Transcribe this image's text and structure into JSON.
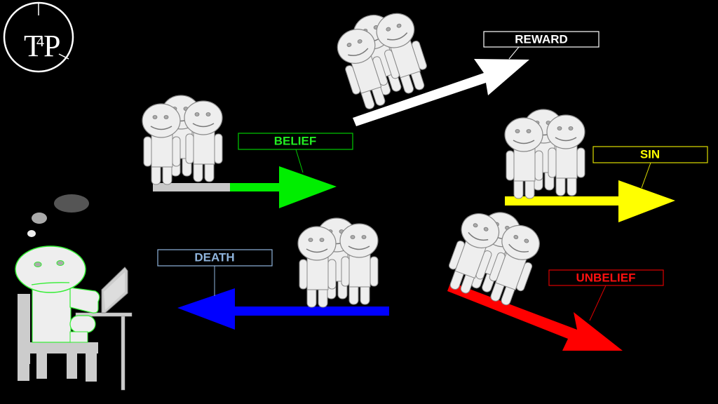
{
  "logo": {
    "text_left": "T",
    "text_mid": "4",
    "text_right": "P",
    "color": "#ffffff"
  },
  "labels": {
    "reward": {
      "text": "REWARD",
      "color": "#ffffff"
    },
    "belief": {
      "text": "BELIEF",
      "color": "#22ee22"
    },
    "sin": {
      "text": "SIN",
      "color": "#ffff00"
    },
    "death": {
      "text": "DEATH",
      "color": "#8fb4dc"
    },
    "unbelief": {
      "text": "UNBELIEF",
      "color": "#ff1010"
    }
  },
  "arrows": {
    "reward": "#ffffff",
    "belief": "#00ee00",
    "belief_start": "#c8c8c8",
    "sin": "#ffff00",
    "death": "#0000ff",
    "unbelief": "#ff0000"
  },
  "figures": {
    "fill": "#eeeeee",
    "stroke": "#888888"
  },
  "thinker": {
    "outline": "#33ee33",
    "chair": "#cccccc",
    "thought_bubbles": [
      "#555555",
      "#aaaaaa",
      "#eeeeee"
    ]
  }
}
